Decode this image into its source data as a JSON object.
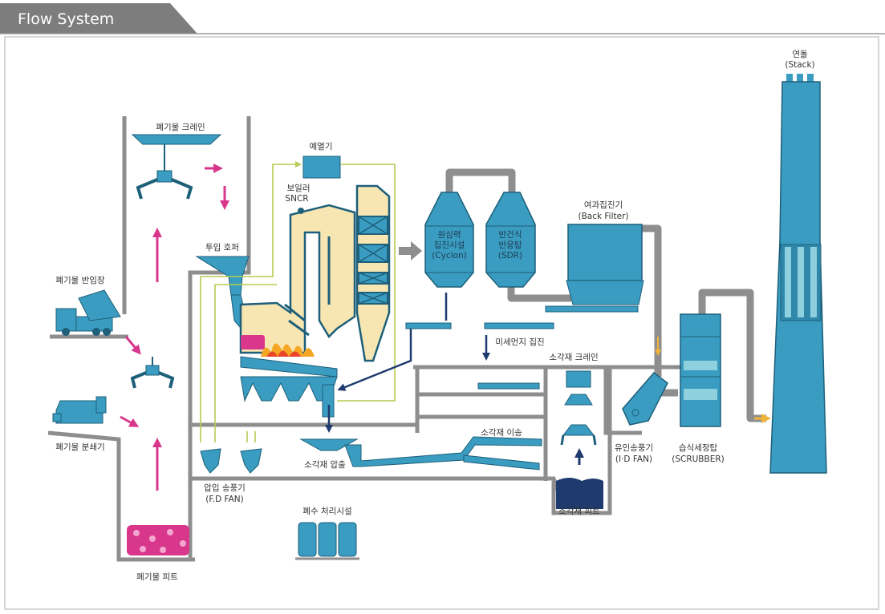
{
  "header": {
    "title": "Flow System"
  },
  "colors": {
    "equipment_blue": "#3a9cc0",
    "duct_gray": "#8e8e8e",
    "boiler_cream": "#f8e6b2",
    "waste_magenta": "#d8378c",
    "air_line_green": "#b8cb52",
    "ash_navy": "#1e3a6e",
    "gas_orange": "#f0b43a"
  },
  "labels": {
    "stack": [
      "연돌",
      "(Stack)"
    ],
    "waste_crane": "폐기물 크레인",
    "preheater": "예열기",
    "boiler_sncr": [
      "보일러",
      "SNCR"
    ],
    "cyclone": [
      "원심력",
      "집진시설",
      "(Cyclon)"
    ],
    "sdr": [
      "반건식",
      "반응탑",
      "(SDR)"
    ],
    "bag_filter": [
      "여과집진기",
      "(Back Filter)"
    ],
    "feed_hopper": "투입 호퍼",
    "waste_receiving": "폐기물 반입장",
    "waste_shredder": "폐기물 분쇄기",
    "fine_dust": "미세먼지 집진",
    "ash_crane": "소각재 크레인",
    "ash_transfer": "소각재 이송",
    "ash_extrusion": "소각재 압출",
    "id_fan": [
      "유인송풍기",
      "(I·D FAN)"
    ],
    "scrubber": [
      "습식세정탑",
      "(SCRUBBER)"
    ],
    "fd_fan": [
      "압입 송풍기",
      "(F.D FAN)"
    ],
    "wastewater": "폐수 처리시설",
    "ash_pit": "소각재 피트",
    "waste_pit": "폐기물 피트"
  }
}
